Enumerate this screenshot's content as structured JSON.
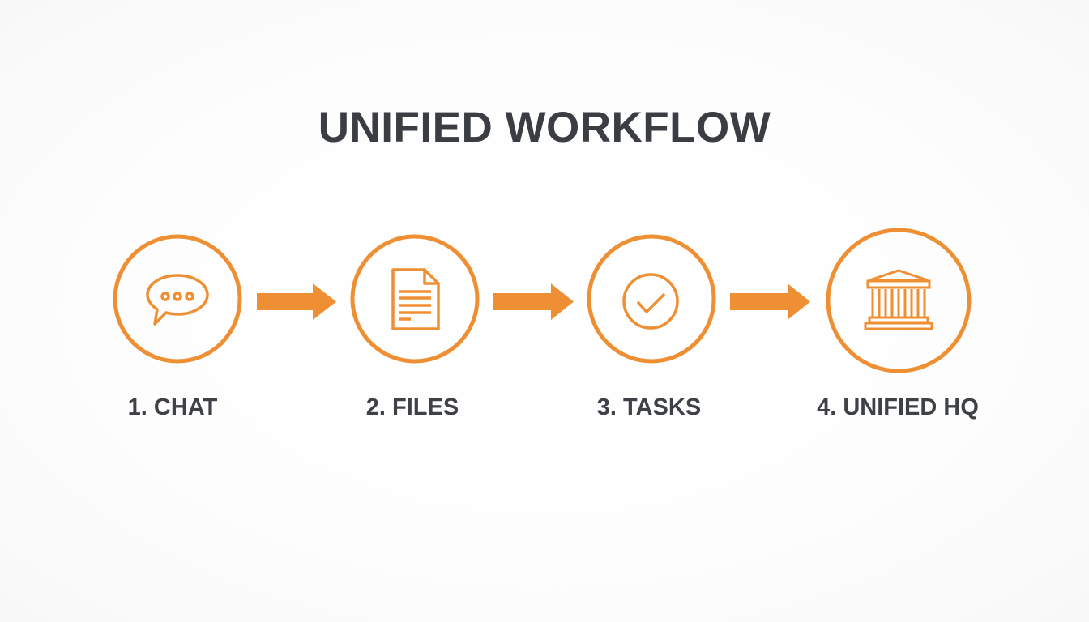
{
  "title": "UNIFIED WORKFLOW",
  "colors": {
    "accent": "#ef8f34",
    "title_text": "#3a3d42",
    "label_text": "#3e4146",
    "background": "#fefefe"
  },
  "steps": [
    {
      "number": 1,
      "label": "1. CHAT",
      "icon": "chat-bubble-icon"
    },
    {
      "number": 2,
      "label": "2. FILES",
      "icon": "document-icon"
    },
    {
      "number": 3,
      "label": "3. TASKS",
      "icon": "check-circle-icon"
    },
    {
      "number": 4,
      "label": "4. UNIFIED HQ",
      "icon": "building-icon"
    }
  ],
  "connectors": [
    {
      "from": 1,
      "to": 2,
      "icon": "arrow-right-icon"
    },
    {
      "from": 2,
      "to": 3,
      "icon": "arrow-right-icon"
    },
    {
      "from": 3,
      "to": 4,
      "icon": "arrow-right-icon"
    }
  ]
}
